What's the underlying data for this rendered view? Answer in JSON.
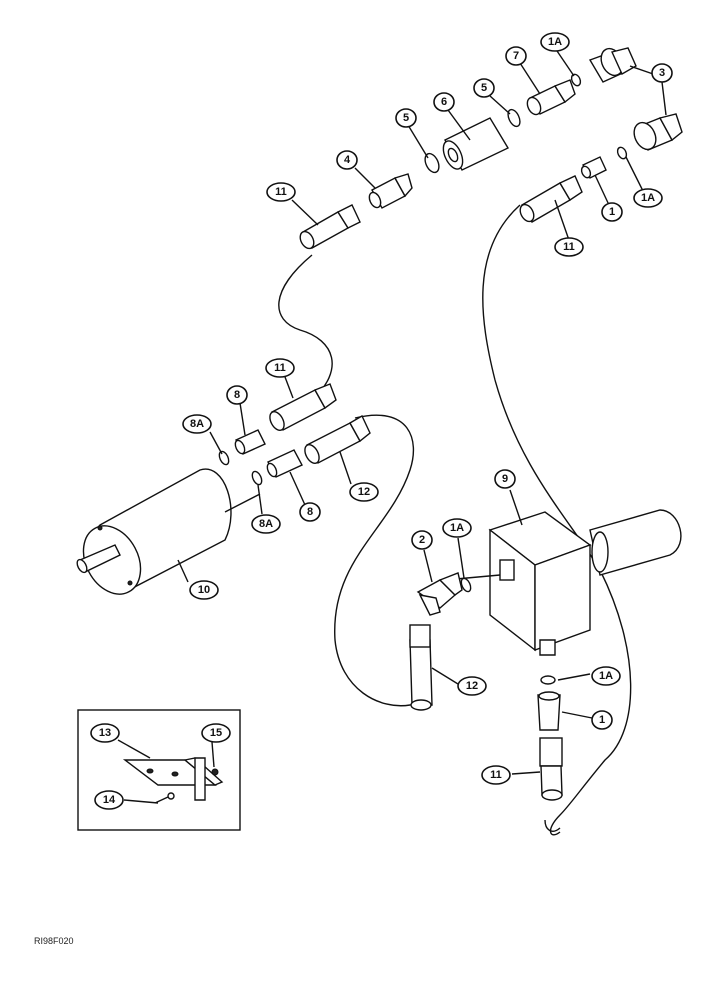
{
  "figure": {
    "reference_code": "RI98F020"
  },
  "callouts": {
    "c1a_top": "1A",
    "c3": "3",
    "c7": "7",
    "c6": "6",
    "c5_mid": "5",
    "c5_left": "5",
    "c4": "4",
    "c11_topleft": "11",
    "c1_right": "1",
    "c1a_right": "1A",
    "c11_right": "11",
    "c11_mid": "11",
    "c8_top": "8",
    "c8a_top": "8A",
    "c12_mid": "12",
    "c8_bot": "8",
    "c8a_bot": "8A",
    "c9": "9",
    "c2": "2",
    "c1a_valve": "1A",
    "c10": "10",
    "c12_low": "12",
    "c1a_low": "1A",
    "c1_low": "1",
    "c13": "13",
    "c15": "15",
    "c14": "14",
    "c11_low": "11"
  }
}
